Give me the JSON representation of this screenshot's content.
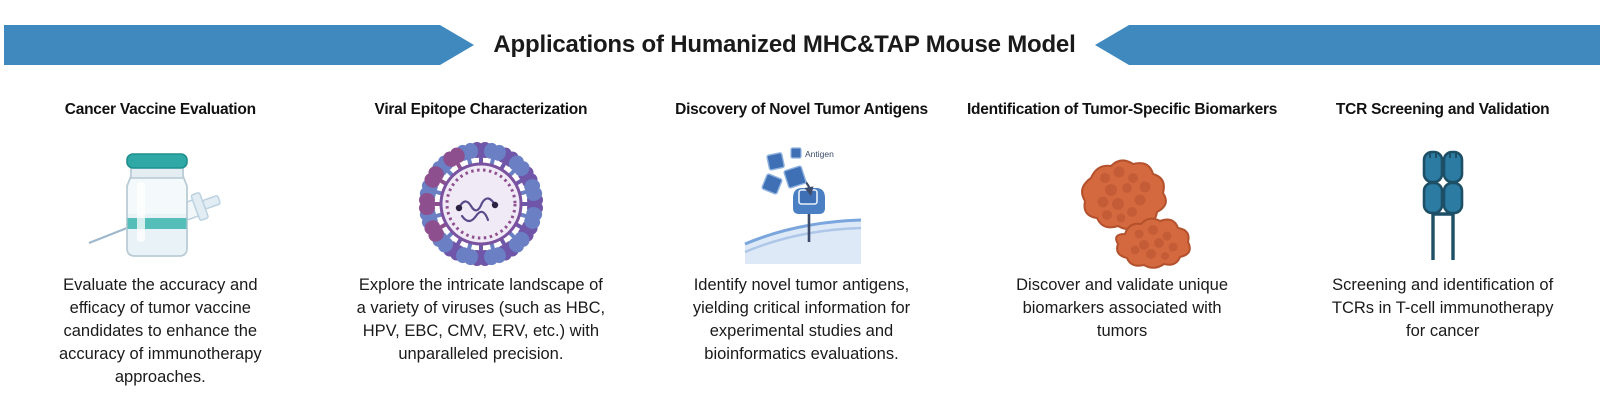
{
  "banner": {
    "title": "Applications of Humanized MHC&TAP Mouse Model",
    "bar_color": "#4089bf",
    "left_arrow_icon": "right-arrow-banner-icon",
    "right_arrow_icon": "left-arrow-banner-icon"
  },
  "colors": {
    "banner_blue": "#4089bf",
    "vial_teal": "#3bb4ae",
    "virus_purple": "#7b52a0",
    "virus_blue": "#6a7fc4",
    "antigen_blue": "#3f6fb5",
    "membrane_blue": "#aec6e8",
    "tumor_orange": "#d4693f",
    "tcr_blue": "#2b7ba3",
    "text_dark": "#1a1a1a"
  },
  "columns": [
    {
      "heading": "Cancer Vaccine Evaluation",
      "icon": "vaccine-vial-and-syringe-icon",
      "body": "Evaluate the accuracy and efficacy of tumor vaccine candidates to enhance the accuracy of immunotherapy approaches."
    },
    {
      "heading": "Viral Epitope Characterization",
      "icon": "virus-particle-icon",
      "body": "Explore the intricate landscape of a variety of viruses (such as HBC, HPV, EBC, CMV, ERV, etc.) with unparalleled precision."
    },
    {
      "heading": "Discovery of Novel Tumor Antigens",
      "icon": "antigen-binding-receptor-icon",
      "icon_label": "Antigen",
      "body": "Identify novel tumor antigens, yielding critical information for experimental studies and bioinformatics evaluations."
    },
    {
      "heading": "Identification of Tumor-Specific Biomarkers",
      "icon": "tumor-mass-icon",
      "body": "Discover and validate unique biomarkers associated with tumors"
    },
    {
      "heading": "TCR Screening and Validation",
      "icon": "t-cell-receptor-icon",
      "body": "Screening and identification of TCRs in T-cell immunotherapy for cancer"
    }
  ]
}
